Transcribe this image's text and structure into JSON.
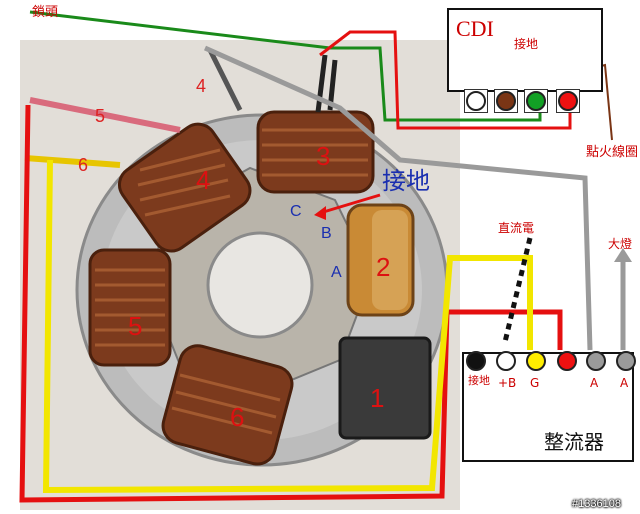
{
  "cdi": {
    "title": "CDI",
    "ground_label": "接地",
    "terminal_colors": [
      "#ffffff",
      "#7a3515",
      "#12a025",
      "#ee1111"
    ]
  },
  "labels": {
    "lock": "鎖頭",
    "ignition_coil": "點火線圈",
    "ground_big": "接地",
    "dc_power": "直流電",
    "headlight": "大燈"
  },
  "regulator": {
    "title": "整流器",
    "terminal_colors": [
      "#111111",
      "#ffffff",
      "#ffee00",
      "#ee1111",
      "#9a9a9a",
      "#9a9a9a"
    ],
    "terminal_labels": [
      "接地",
      "+B",
      "G",
      "A",
      "A"
    ]
  },
  "points": [
    "C",
    "B",
    "A"
  ],
  "coils": [
    "4",
    "3",
    "2",
    "5",
    "6",
    "1"
  ],
  "wires": [
    "4",
    "5",
    "6"
  ],
  "watermark": "#1336108"
}
